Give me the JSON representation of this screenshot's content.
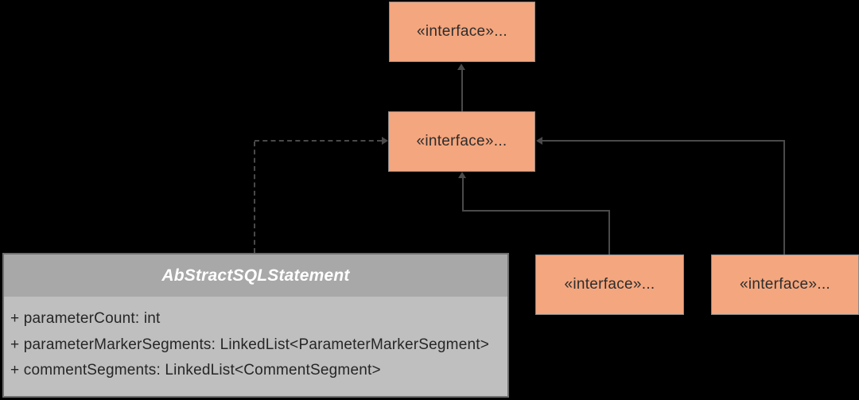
{
  "diagram": {
    "type": "uml-class-diagram",
    "background_color": "#000000",
    "colors": {
      "interface_fill": "#F4A67E",
      "interface_border": "#8A8A8A",
      "interface_text": "#2D2D2D",
      "class_header_fill": "#A8A8A8",
      "class_body_fill": "#BFBFBF",
      "class_border": "#6F6F6F",
      "class_title_text": "#FFFFFF",
      "class_attr_text": "#262626",
      "connector": "#4A4A4A"
    },
    "boxes": {
      "interface_top": {
        "label": "«interface»..."
      },
      "interface_middle": {
        "label": "«interface»..."
      },
      "interface_bottom_left": {
        "label": "«interface»..."
      },
      "interface_bottom_right": {
        "label": "«interface»..."
      },
      "abstract_class": {
        "title": "AbStractSQLStatement",
        "attributes": [
          "+ parameterCount: int",
          "+ parameterMarkerSegments: LinkedList<ParameterMarkerSegment>",
          "+ commentSegments: LinkedList<CommentSegment>"
        ]
      }
    },
    "connectors": [
      {
        "from": "interface_middle",
        "to": "interface_top",
        "style": "solid",
        "arrow": "up-into-top-box"
      },
      {
        "from": "abstract_class",
        "to": "interface_middle",
        "style": "dashed",
        "arrow": "right-into-middle-box-left-edge"
      },
      {
        "from": "interface_bottom_left",
        "to": "interface_middle",
        "style": "solid",
        "arrow": "up-into-middle-box-bottom"
      },
      {
        "from": "interface_bottom_right",
        "to": "interface_middle",
        "style": "solid",
        "arrow": "left-into-middle-box-right-edge"
      }
    ]
  }
}
